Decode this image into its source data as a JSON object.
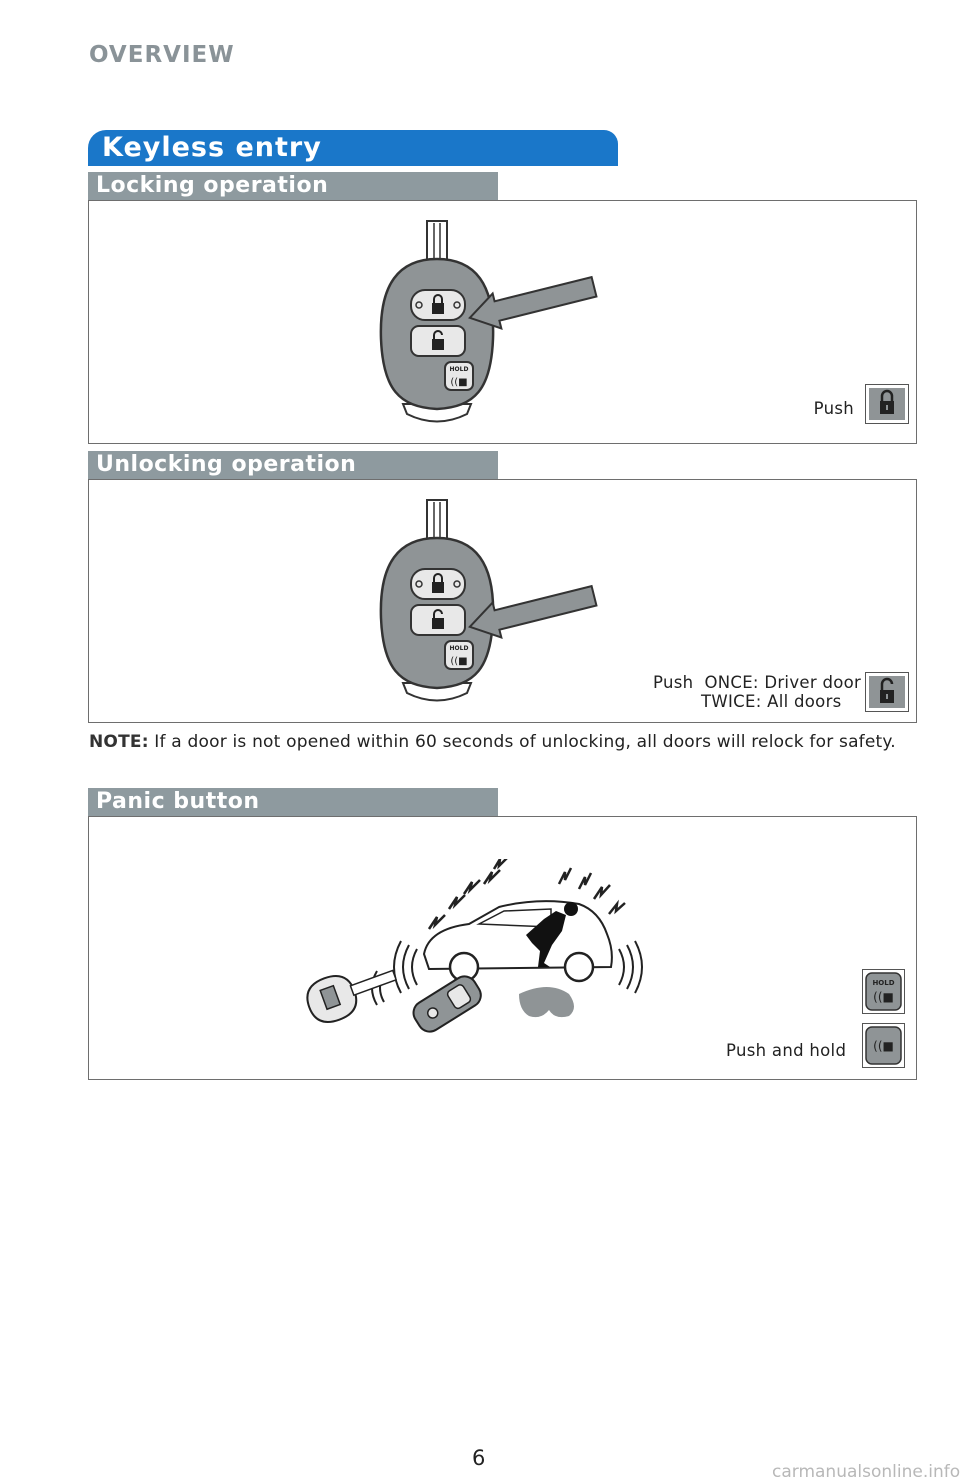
{
  "header": {
    "section": "OVERVIEW"
  },
  "banner": {
    "title": "Keyless entry"
  },
  "locking": {
    "heading": "Locking operation",
    "caption": "Push",
    "icons": {
      "key": "key-fob-lock-highlight-icon",
      "button": "lock-button-icon"
    }
  },
  "unlocking": {
    "heading": "Unlocking operation",
    "caption_line1": "Push  ONCE: Driver door",
    "caption_line2": "TWICE: All doors",
    "icons": {
      "key": "key-fob-unlock-highlight-icon",
      "button": "unlock-button-icon"
    }
  },
  "note": {
    "label": "NOTE:",
    "text": " If a door is not opened within 60 seconds of unlocking, all doors will relock for safety."
  },
  "panic": {
    "heading": "Panic button",
    "caption": "Push and hold",
    "hold_label": "HOLD",
    "icons": {
      "scene": "panic-alarm-car-icon",
      "button": "panic-button-icon"
    }
  },
  "footer": {
    "page_number": "6",
    "watermark": "carmanualsonline.info"
  },
  "colors": {
    "banner": "#1a77c9",
    "subhead": "#8e9a9f",
    "fob": "#8f9496"
  }
}
